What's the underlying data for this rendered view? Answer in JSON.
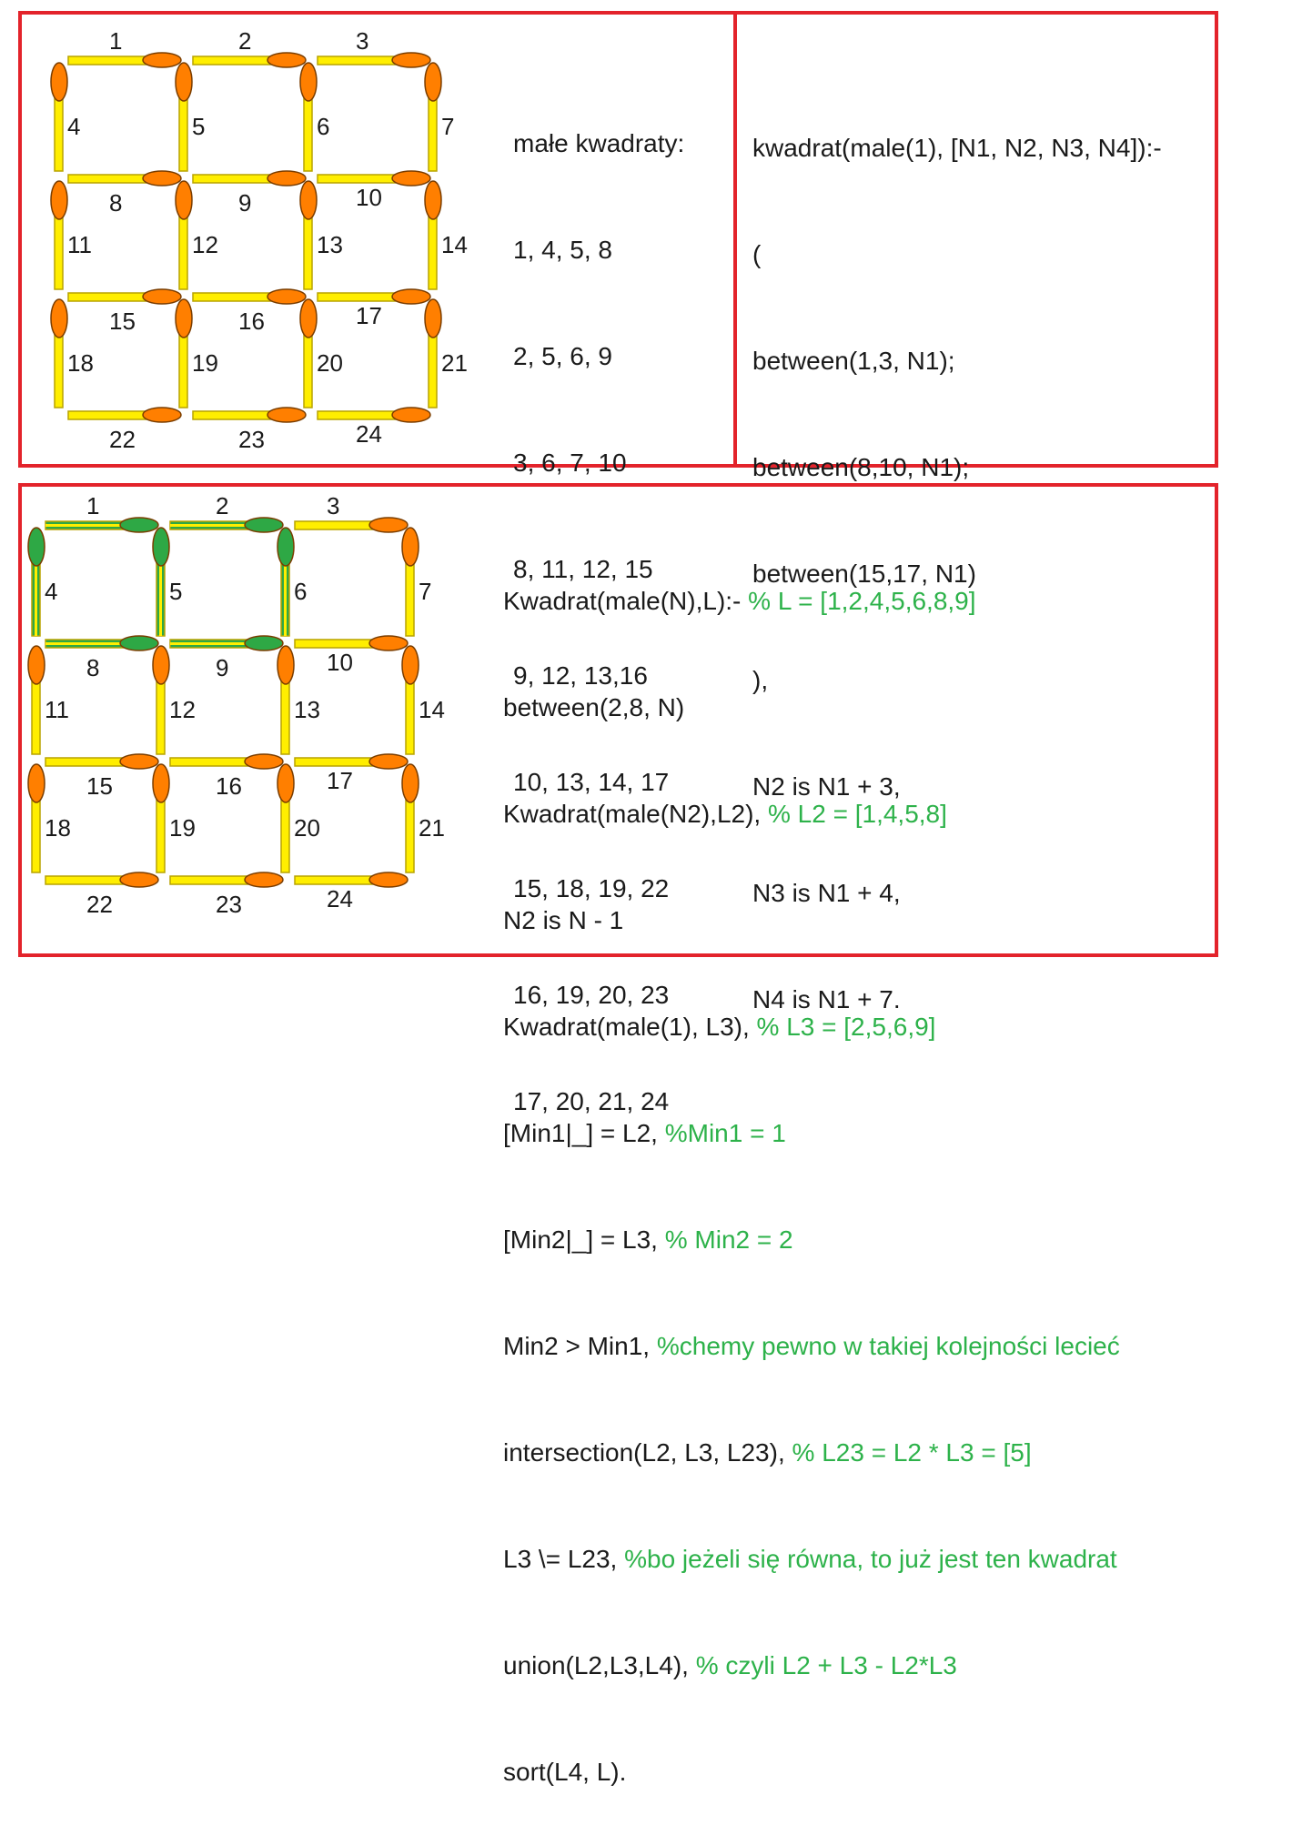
{
  "colors": {
    "frame": "#e3232b",
    "stick": "#ffee00",
    "stick_edge": "#b8a400",
    "head_orange": "#ff7f00",
    "head_green": "#2ea845",
    "head_edge": "#7a3d00",
    "comment": "#2db24a"
  },
  "top": {
    "small_squares": {
      "title": "małe kwadraty:",
      "items": [
        "1, 4, 5, 8",
        "2, 5, 6, 9",
        "3, 6, 7, 10",
        "8, 11, 12, 15",
        "9, 12, 13,16",
        "10, 13, 14, 17",
        "15, 18, 19, 22",
        "16, 19, 20, 23",
        "17, 20, 21, 24"
      ]
    },
    "code": [
      "kwadrat(male(1), [N1, N2, N3, N4]):-",
      "(",
      "between(1,3, N1);",
      "between(8,10, N1);",
      "between(15,17, N1)",
      "),",
      "N2 is N1 + 3,",
      "N3 is N1 + 4,",
      "N4 is N1 + 7."
    ]
  },
  "bottom": {
    "highlighted_matches": [
      1,
      2,
      4,
      5,
      6,
      8,
      9
    ],
    "code": [
      {
        "code": "Kwadrat(male(N),L):- ",
        "comment": "% L = [1,2,4,5,6,8,9]"
      },
      {
        "code": "between(2,8, N)",
        "comment": ""
      },
      {
        "code": "Kwadrat(male(N2),L2), ",
        "comment": "% L2 = [1,4,5,8]"
      },
      {
        "code": "N2 is N - 1",
        "comment": ""
      },
      {
        "code": "Kwadrat(male(1), L3), ",
        "comment": "% L3 = [2,5,6,9]"
      },
      {
        "code": "[Min1|_] = L2, ",
        "comment": "%Min1 = 1"
      },
      {
        "code": "[Min2|_] = L3, ",
        "comment": "% Min2 = 2"
      },
      {
        "code": "Min2 > Min1, ",
        "comment": "%chemy pewno w takiej kolejności lecieć"
      },
      {
        "code": "intersection(L2, L3, L23), ",
        "comment": "% L23 = L2 * L3 = [5]"
      },
      {
        "code": "L3 \\= L23, ",
        "comment": "%bo jeżeli się równa, to już jest ten kwadrat"
      },
      {
        "code": "union(L2,L3,L4), ",
        "comment": "% czyli L2 + L3 - L2*L3"
      },
      {
        "code": "sort(L4, L).",
        "comment": ""
      }
    ]
  },
  "match_labels": [
    "1",
    "2",
    "3",
    "4",
    "5",
    "6",
    "7",
    "8",
    "9",
    "10",
    "11",
    "12",
    "13",
    "14",
    "15",
    "16",
    "17",
    "18",
    "19",
    "20",
    "21",
    "22",
    "23",
    "24"
  ]
}
